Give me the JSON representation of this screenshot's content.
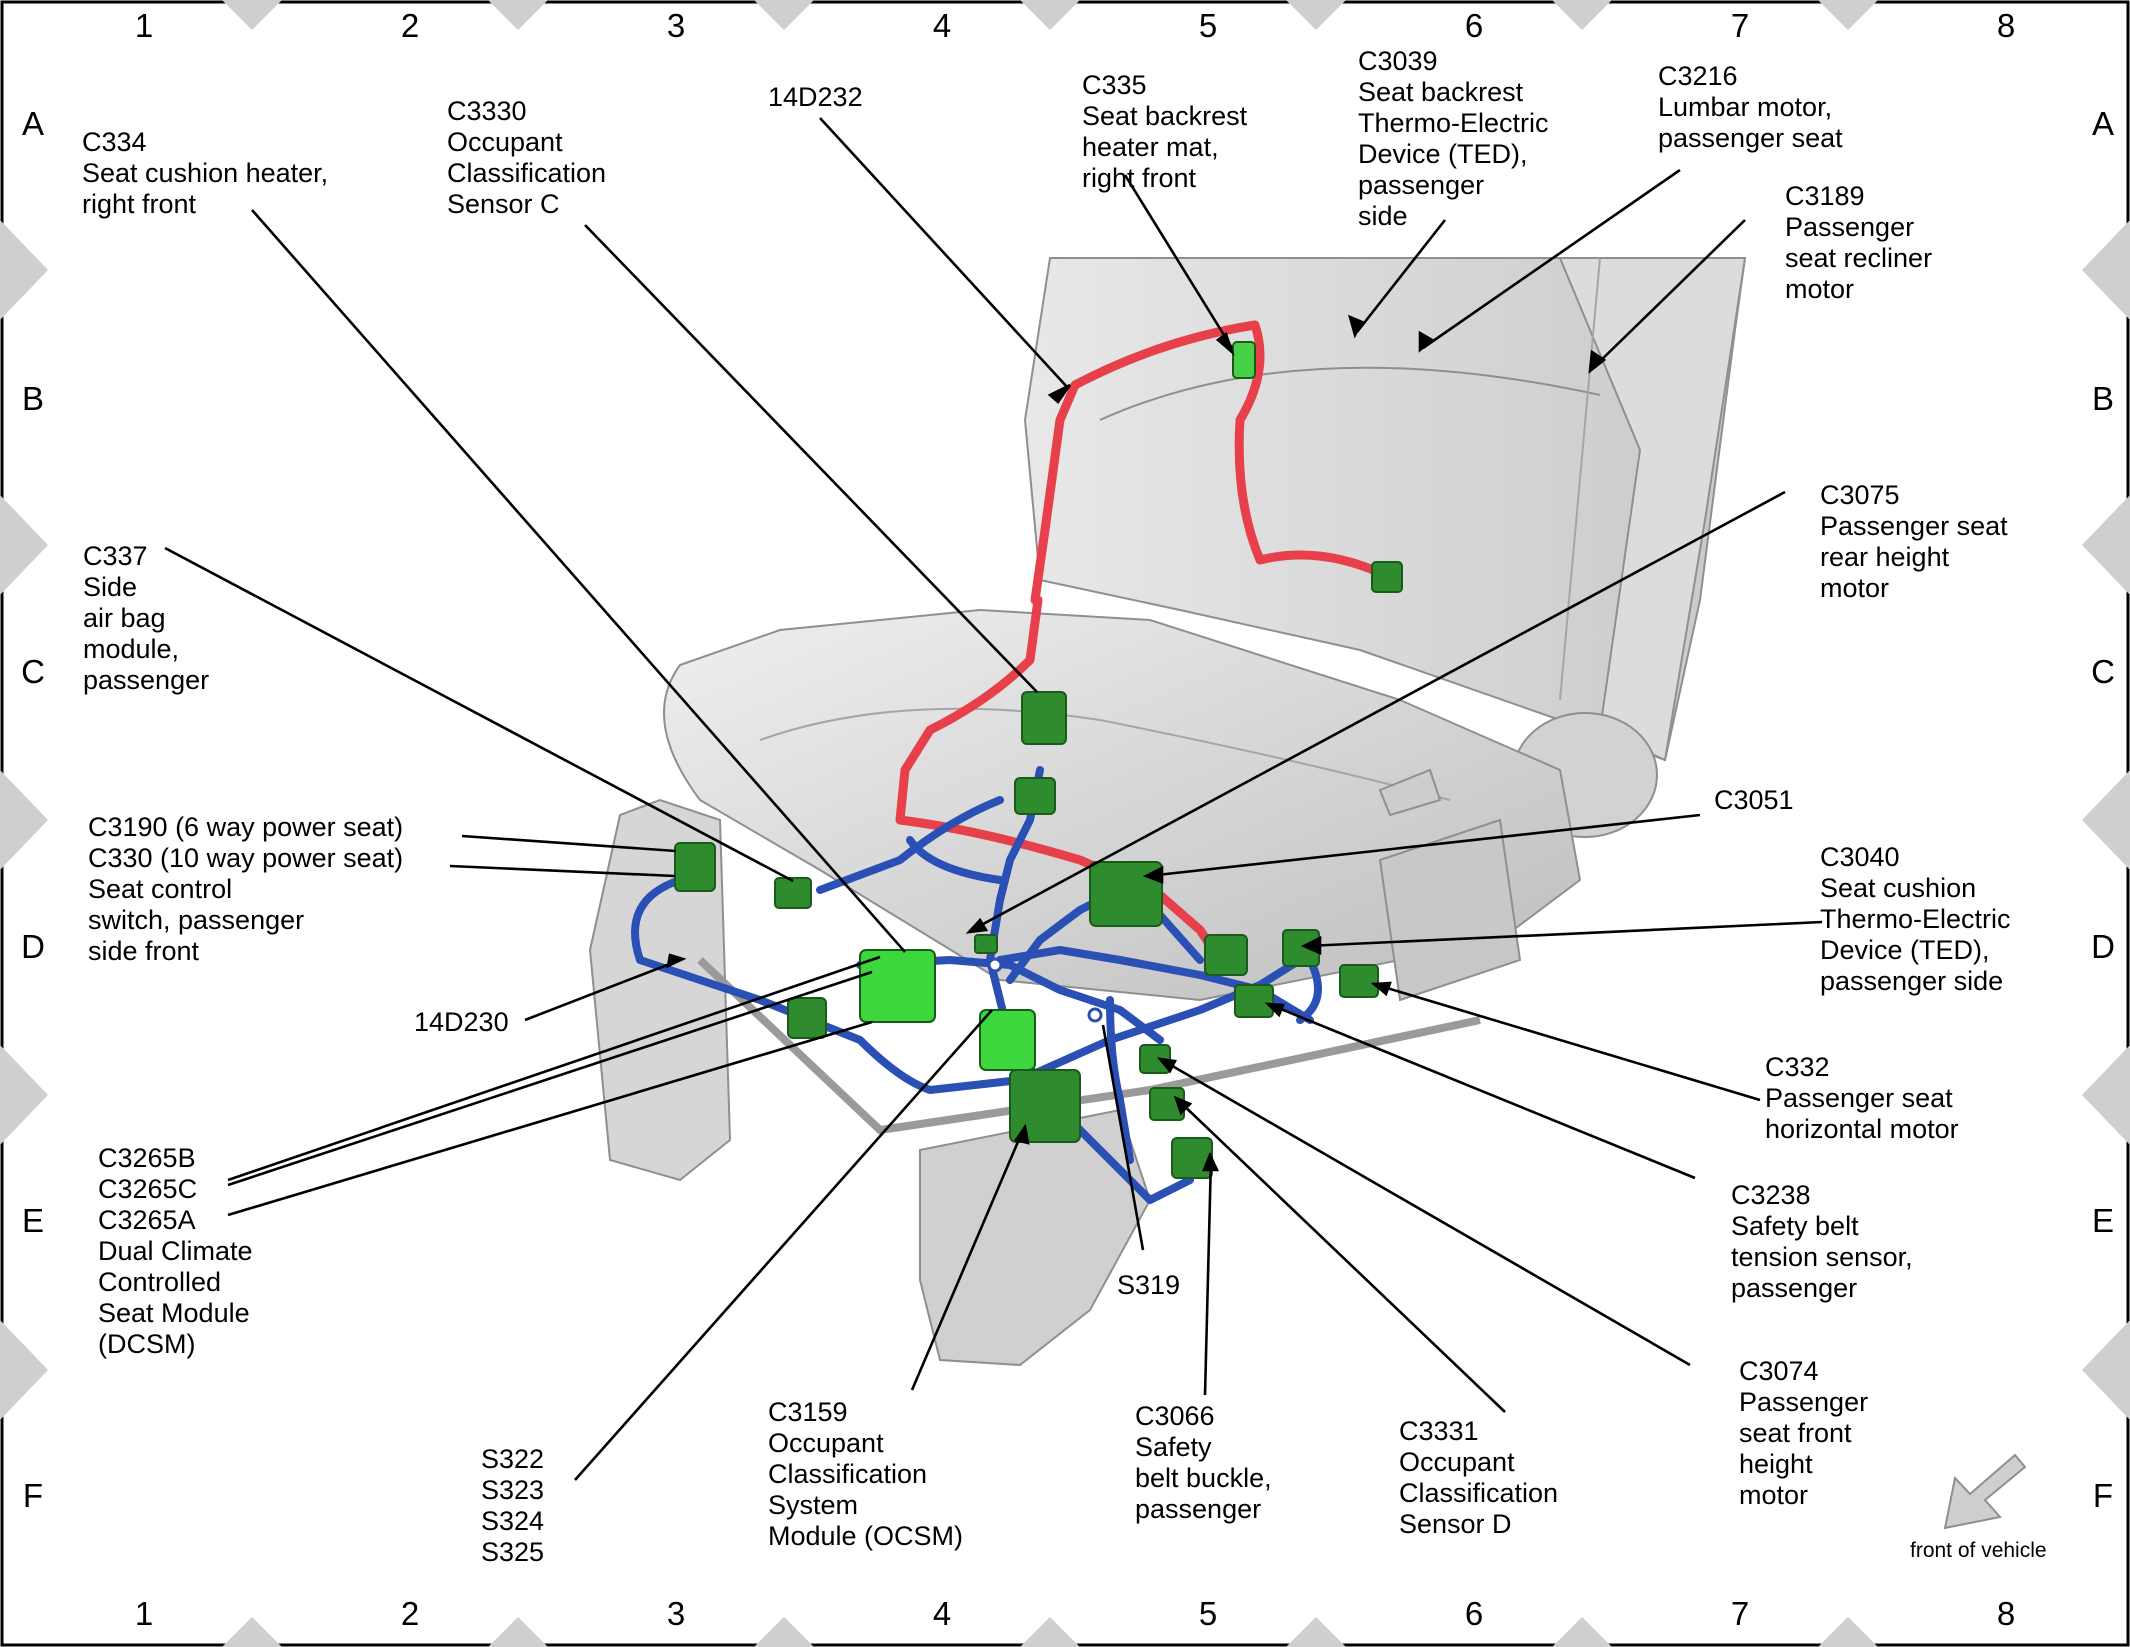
{
  "grid": {
    "columns": [
      "1",
      "2",
      "3",
      "4",
      "5",
      "6",
      "7",
      "8"
    ],
    "rows": [
      "A",
      "B",
      "C",
      "D",
      "E",
      "F"
    ]
  },
  "colors": {
    "harness_blue": "#2a4fb5",
    "harness_red": "#e8404a",
    "connector_green": "#2e8b2e",
    "module_green": "#3dd63d",
    "seat_gray": "#d9d9d9",
    "diamond_gray": "#cfcfcf"
  },
  "labels": {
    "c334": "C334\nSeat cushion heater,\nright front",
    "c3330": "C3330\nOccupant\nClassification\nSensor C",
    "d14d232": "14D232",
    "c335": "C335\nSeat backrest\nheater mat,\nright front",
    "c3039": "C3039\nSeat backrest\nThermo-Electric\nDevice (TED),\npassenger\nside",
    "c3216": "C3216\nLumbar motor,\npassenger seat",
    "c3189": "C3189\nPassenger\nseat recliner\nmotor",
    "c3075": "C3075\nPassenger seat\nrear height\nmotor",
    "c337": "C337\nSide\nair bag\nmodule,\npassenger",
    "c3051": "C3051",
    "c3190": "C3190  (6 way power seat)",
    "c330": "C330 (10 way power seat)\nSeat control\nswitch, passenger\nside front",
    "c3040": "C3040\nSeat cushion\nThermo-Electric\nDevice (TED),\npassenger side",
    "d14d230": "14D230",
    "c332": "C332\nPassenger seat\nhorizontal motor",
    "c3265": "C3265B\nC3265C\nC3265A\nDual Climate\nControlled\nSeat Module\n(DCSM)",
    "c3238": "C3238\nSafety belt\ntension sensor,\npassenger",
    "s319": "S319",
    "c3074": "C3074\nPassenger\nseat front\nheight\nmotor",
    "s322": "S322\nS323\nS324\nS325",
    "c3159": "C3159\nOccupant\nClassification\nSystem\nModule (OCSM)",
    "c3066": "C3066\nSafety\nbelt buckle,\npassenger",
    "c3331": "C3331\nOccupant\nClassification\nSensor D"
  },
  "front_of_vehicle": "front of vehicle"
}
